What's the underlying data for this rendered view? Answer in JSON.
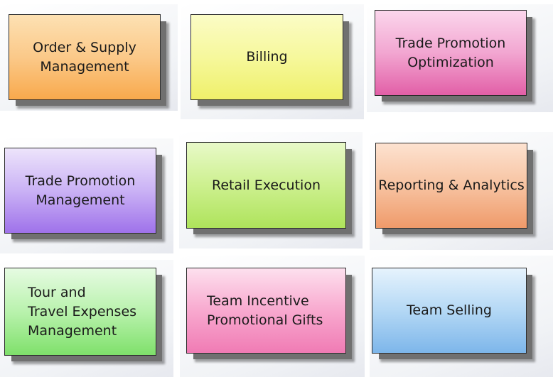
{
  "modules": [
    {
      "label": "Order & Supply\nManagement",
      "color": "#f8a94c"
    },
    {
      "label": "Billing",
      "color": "#eff06a"
    },
    {
      "label": "Trade Promotion\nOptimization",
      "color": "#e25fa7"
    },
    {
      "label": "Trade Promotion\nManagement",
      "color": "#9f72ea"
    },
    {
      "label": "Retail Execution",
      "color": "#aee35b"
    },
    {
      "label": "Reporting & Analytics",
      "color": "#ef9a6a"
    },
    {
      "label": "Tour and\nTravel Expenses\nManagement",
      "color": "#7fe06b"
    },
    {
      "label": "Team Incentive\nPromotional Gifts",
      "color": "#f07bb4"
    },
    {
      "label": "Team Selling",
      "color": "#7db6ea"
    }
  ]
}
